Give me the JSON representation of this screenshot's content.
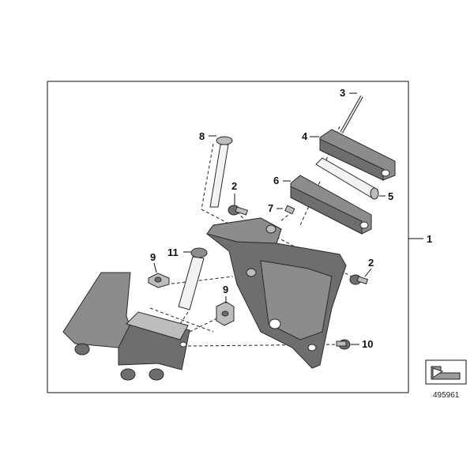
{
  "callouts": {
    "c1": "1",
    "c2a": "2",
    "c2b": "2",
    "c3": "3",
    "c4": "4",
    "c5": "5",
    "c6": "6",
    "c7": "7",
    "c8": "8",
    "c9a": "9",
    "c9b": "9",
    "c10": "10",
    "c11": "11"
  },
  "catalog_id": "495961",
  "icons": {
    "orientation": "arrow-orientation-icon"
  },
  "colors": {
    "part_fill": "#8c8c8c",
    "outline": "#2a2a2a",
    "frame": "#111111"
  }
}
